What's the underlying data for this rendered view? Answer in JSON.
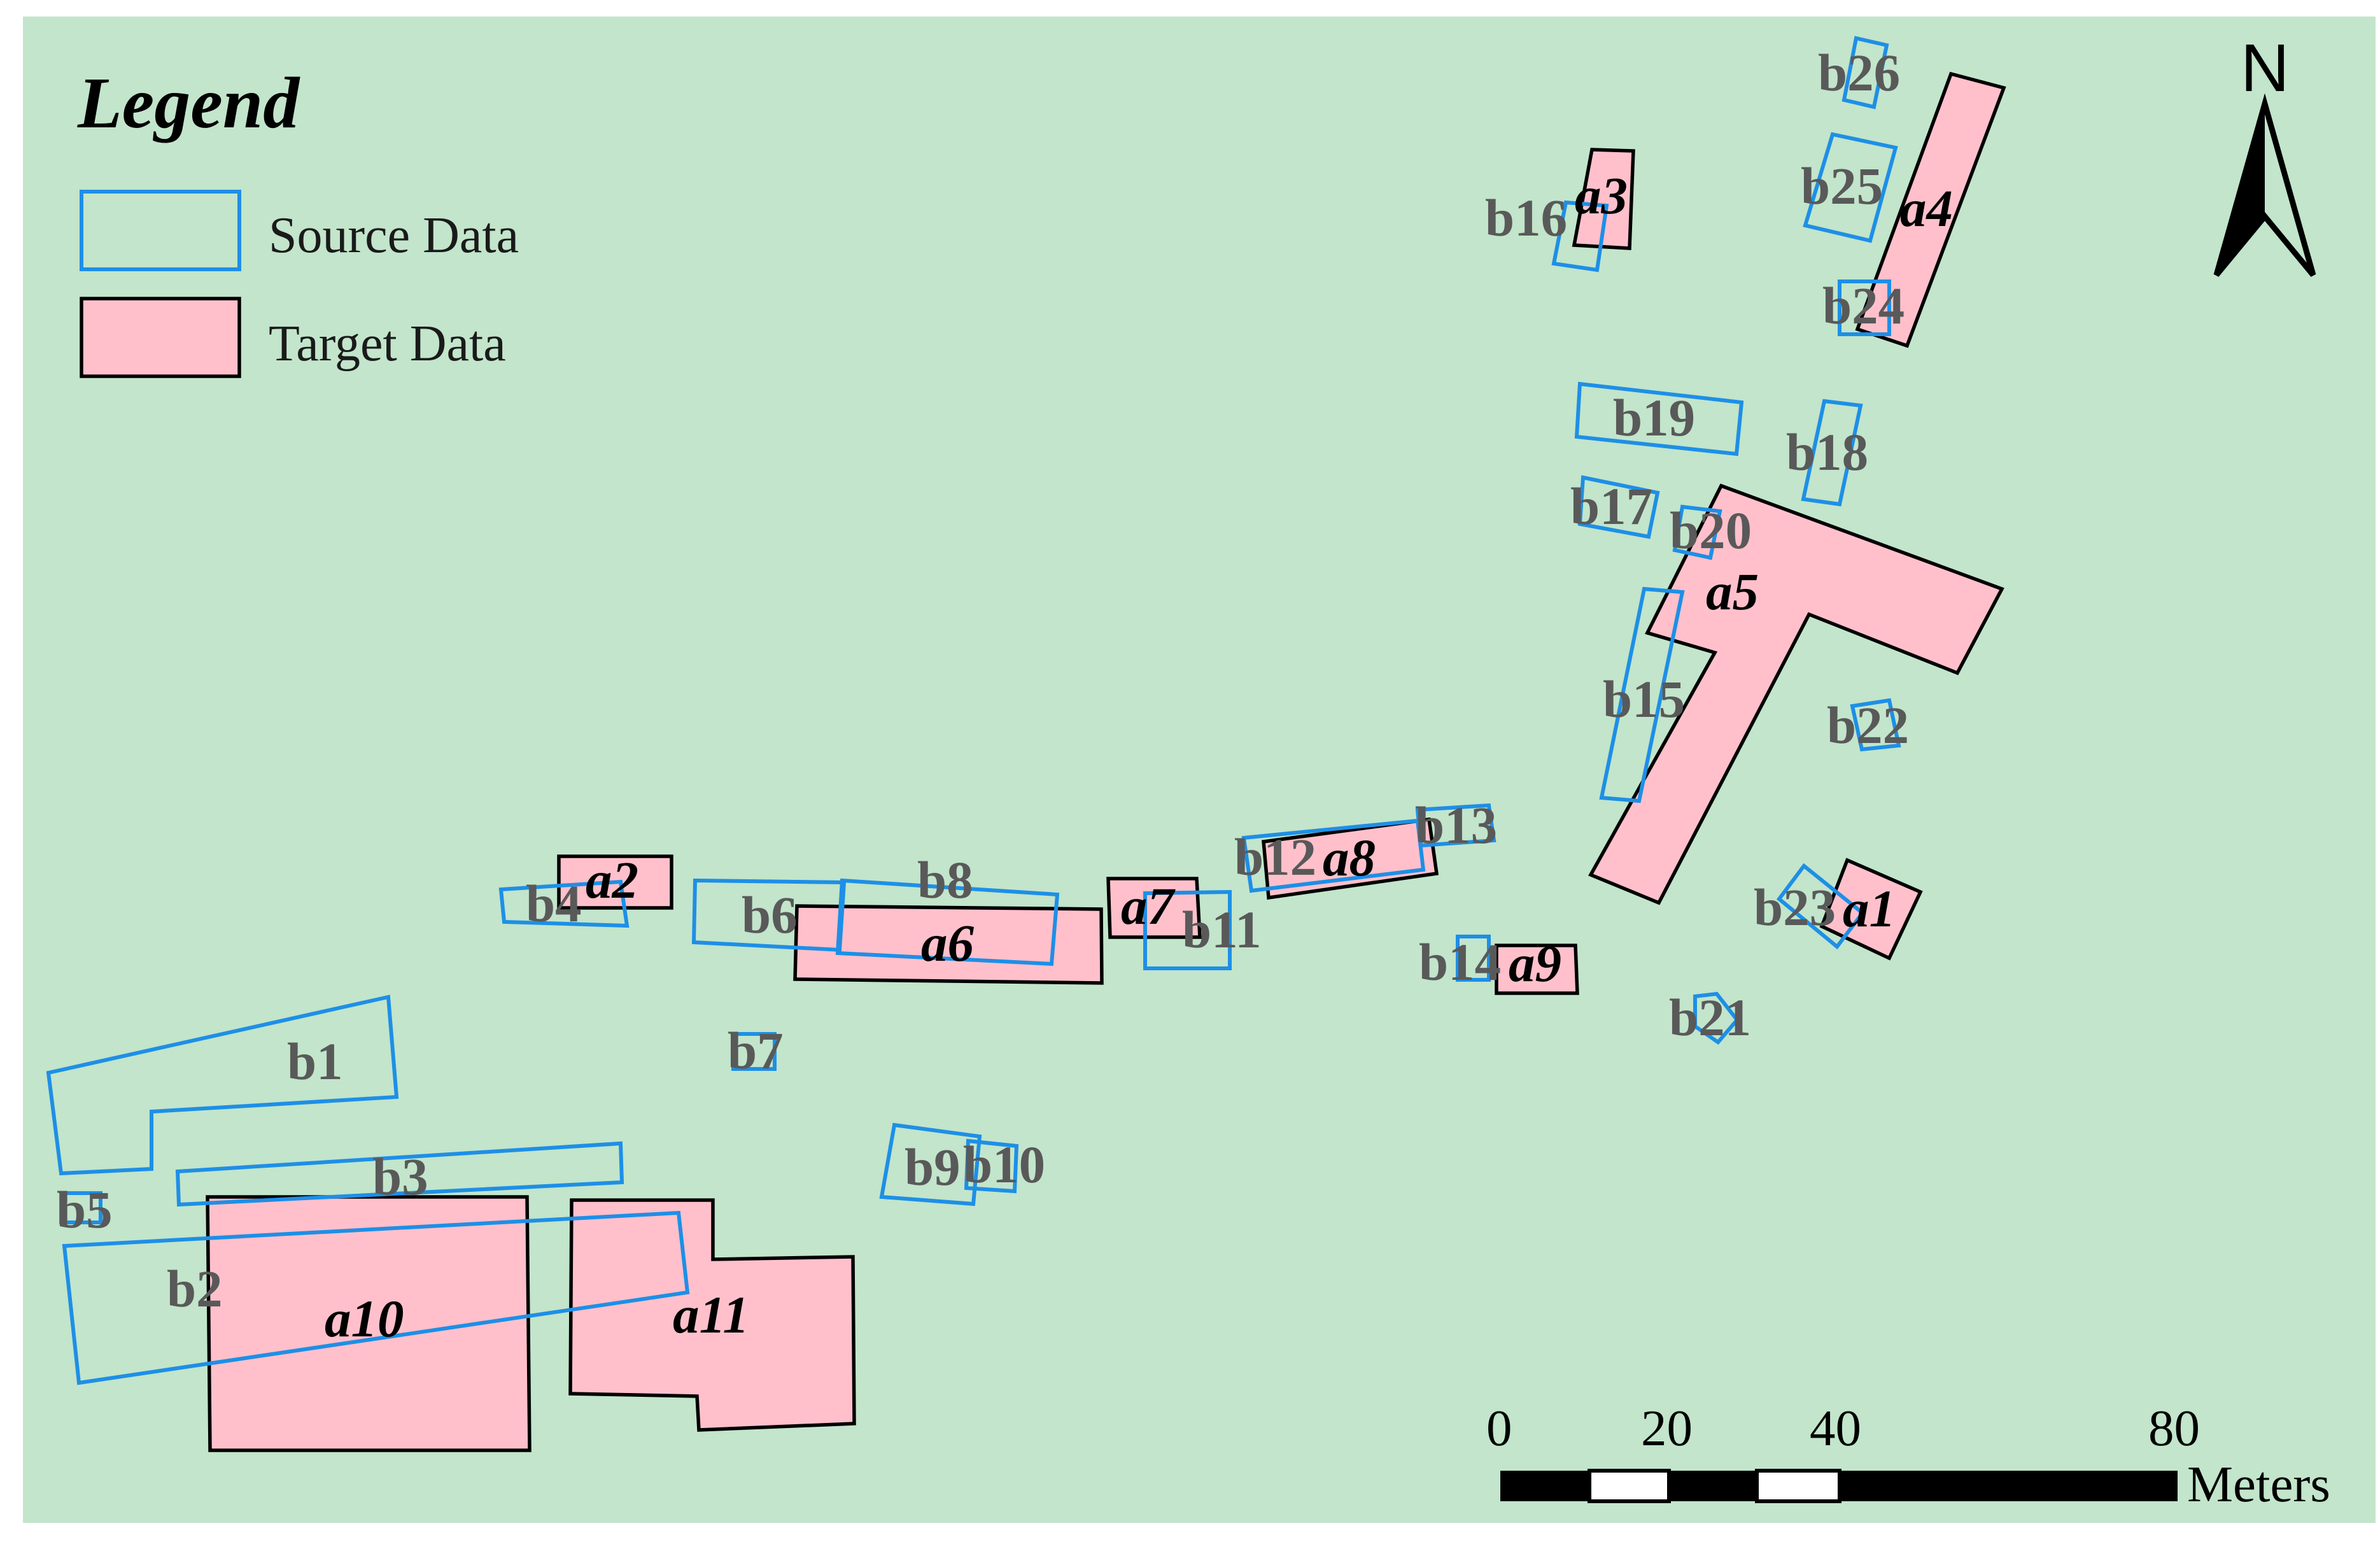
{
  "map": {
    "background_color": "#c2e5cb",
    "source_color": "#1e8fe6",
    "target_fill": "#ffc0cb",
    "target_stroke": "#000000"
  },
  "legend": {
    "title": "Legend",
    "items": [
      {
        "label": "Source Data",
        "swatch": "blue-outline"
      },
      {
        "label": "Target Data",
        "swatch": "pink-filled"
      }
    ]
  },
  "north_arrow": {
    "label": "N",
    "icon": "north-arrow-icon"
  },
  "scale_bar": {
    "ticks": [
      "0",
      "20",
      "40",
      "80"
    ],
    "unit": "Meters"
  },
  "target_labels": {
    "a1": "a1",
    "a2": "a2",
    "a3": "a3",
    "a4": "a4",
    "a5": "a5",
    "a6": "a6",
    "a7": "a7",
    "a8": "a8",
    "a9": "a9",
    "a10": "a10",
    "a11": "a11"
  },
  "source_labels": {
    "b1": "b1",
    "b2": "b2",
    "b3": "b3",
    "b4": "b4",
    "b5": "b5",
    "b6": "b6",
    "b7": "b7",
    "b8": "b8",
    "b9": "b9",
    "b10": "b10",
    "b11": "b11",
    "b12": "b12",
    "b13": "b13",
    "b14": "b14",
    "b15": "b15",
    "b16": "b16",
    "b17": "b17",
    "b18": "b18",
    "b19": "b19",
    "b20": "b20",
    "b21": "b21",
    "b22": "b22",
    "b23": "b23",
    "b24": "b24",
    "b25": "b25",
    "b26": "b26"
  }
}
